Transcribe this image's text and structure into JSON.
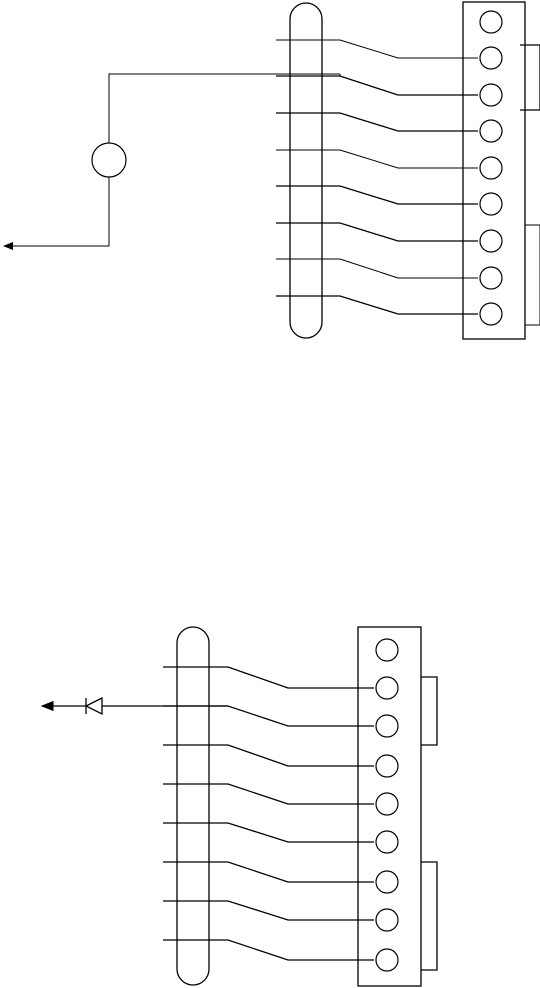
{
  "diagrams": [
    {
      "id": "top-diagram",
      "terminal_count": 9,
      "bus_input_lines": 8,
      "series_element": "circle",
      "output_arrow": "left"
    },
    {
      "id": "bottom-diagram",
      "terminal_count": 9,
      "bus_input_lines": 8,
      "series_element": "diode",
      "output_arrow": "left"
    }
  ],
  "colors": {
    "line": "#000000",
    "background": "#ffffff"
  }
}
